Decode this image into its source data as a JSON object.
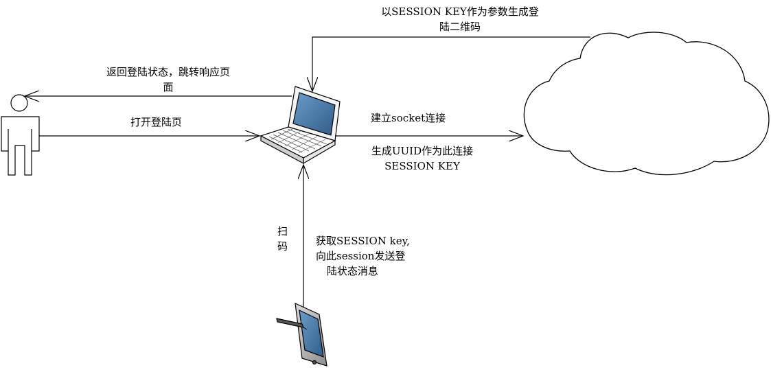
{
  "labels": {
    "qr_param_line1": "以SESSION KEY作为参数生成登",
    "qr_param_line2": "陆二维码",
    "return_line1": "返回登陆状态，跳转响应页",
    "return_line2": "面",
    "open_login": "打开登陆页",
    "socket": "建立socket连接",
    "uuid_line1": "生成UUID作为此连接",
    "uuid_line2": "SESSION KEY",
    "scan_line1": "扫",
    "scan_line2": "码",
    "fetch_line1": "获取SESSION key,",
    "fetch_line2": "向此session发送登",
    "fetch_line3": "陆状态消息"
  },
  "colors": {
    "stroke": "#000000",
    "laptop_screen": "#3e6f9a",
    "laptop_body": "#ffffff",
    "tablet_body": "#b8b8b8",
    "tablet_screen": "#4f7fb0"
  },
  "icons": [
    "user-icon",
    "laptop-icon",
    "cloud-icon",
    "tablet-icon"
  ]
}
